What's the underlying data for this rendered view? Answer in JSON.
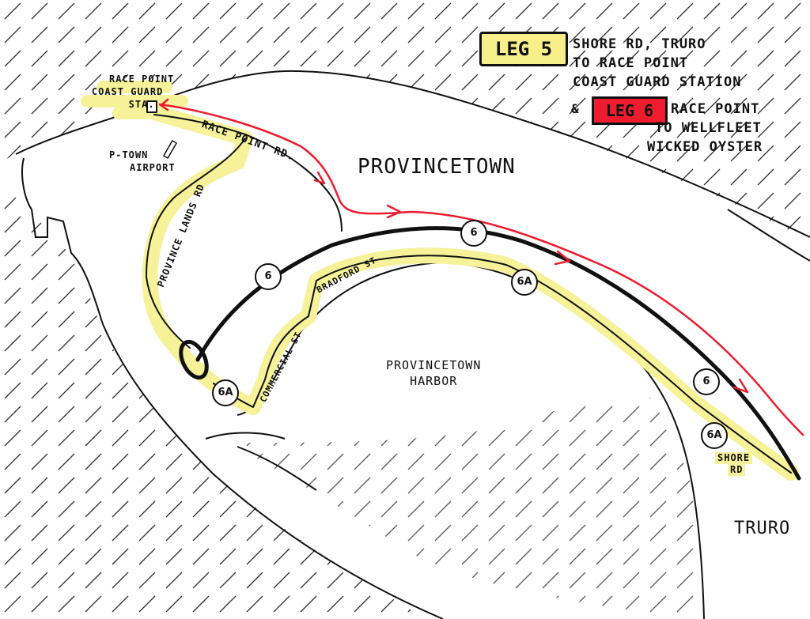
{
  "legend": {
    "leg5": {
      "label": "LEG 5",
      "description": [
        "SHORE RD, TRURO",
        "TO RACE POINT",
        "COAST GUARD STATION"
      ],
      "color": "#f6ef8a"
    },
    "ampersand": "&",
    "leg6": {
      "label": "LEG 6",
      "description": [
        "RACE POINT",
        "TO WELLFLEET",
        "WICKED OYSTER"
      ],
      "color": "#ee1c2e"
    }
  },
  "places": {
    "race_point": [
      "RACE POINT",
      "COAST GUARD",
      "STA."
    ],
    "airport": [
      "P-TOWN",
      "AIRPORT"
    ],
    "town": "PROVINCETOWN",
    "harbor": [
      "PROVINCETOWN",
      "HARBOR"
    ],
    "truro": "TRURO",
    "shore_rd": [
      "SHORE",
      "RD"
    ]
  },
  "roads": {
    "race_point_rd": "RACE POINT RD.",
    "province_lands_rd": "PROVINCE LANDS RD",
    "bradford_st": "BRADFORD ST",
    "commercial_st": "COMMERCIAL ST"
  },
  "shields": {
    "r6": "6",
    "r6a": "6A"
  }
}
